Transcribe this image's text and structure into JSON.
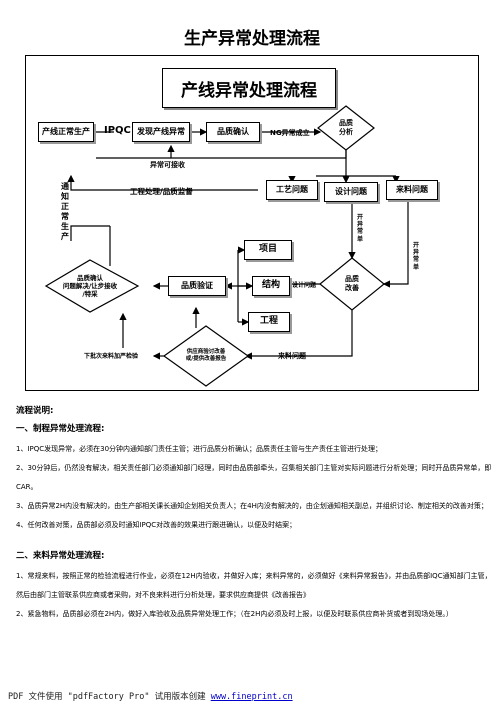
{
  "page_title": "生产异常处理流程",
  "diagram": {
    "banner": "产线异常处理流程",
    "nodes": {
      "line_abnormal": "产线正常生产",
      "ipqc": "IPQC",
      "find_abnormal": "发现产线异常",
      "quality_confirm": "品质确认",
      "ng_label": "NG异常成立",
      "quality_analysis": "品质\n分析",
      "abnormal_acceptable": "异常可接收",
      "notify_production": "通知正常生产",
      "engineering_label": "工程处理/品质监督",
      "process_issue": "工艺问题",
      "design_issue": "设计问题",
      "incoming_issue": "来料问题",
      "open_abnormal_1": "开异常单",
      "open_abnormal_2": "开异常单",
      "project": "项目",
      "structure": "结构",
      "engineering": "工程",
      "design_label": "设计问题",
      "quality_improve": "品质\n改善",
      "quality_verify": "品质验证",
      "quality_confirm_resolve": "品质确认\n问题解决/让步接收\n/特采",
      "supplier_improve": "供应商验讨改善\n或/提供改善报告",
      "incoming_label": "来料问题",
      "next_incoming": "下批次来料加严检验"
    }
  },
  "notes": {
    "heading": "流程说明:",
    "section1": {
      "title": "一、制程异常处理流程:",
      "items": [
        "1、IPQC发现异常，必须在30分钟内通知部门责任主管；进行品质分析确认；品质责任主管与生产责任主管进行处理；",
        "2、30分钟后，仍然没有解决，相关责任部门必须通知部门经理，同时由品质部牵头，召集相关部门主管对实际问题进行分析处理；同时开品质异常单，即CAR。",
        "3、品质异常2H内没有解决的，由生产部相关课长通知企划相关负责人；在4H内没有解决的，由企划通知相关副总，并组织讨论、制定相关的改善对策；",
        "4、任何改善对策，品质部必须及时通知IPQC对改善的效果进行跟进确认，以便及时结案；"
      ]
    },
    "section2": {
      "title": "二、来料异常处理流程:",
      "items": [
        "1、常规来料，按照正常的检验流程进行作业，必须在12H内验收，并做好入库；来料异常的，必须做好《来料异常报告》，并由品质部IQC通知部门主管，然后由部门主管联系供应商或者采购，对不良来料进行分析处理，要求供应商提供《改善报告》",
        "2、紧急物料，品质部必须在2H内，做好入库验收及品质异常处理工作；（在2H内必须及时上报，以便及时联系供应商补货或者到现场处理。）"
      ]
    }
  },
  "footer": {
    "text": "PDF 文件使用 \"pdfFactory Pro\" 试用版本创建 ",
    "link": "www.fineprint.cn"
  }
}
